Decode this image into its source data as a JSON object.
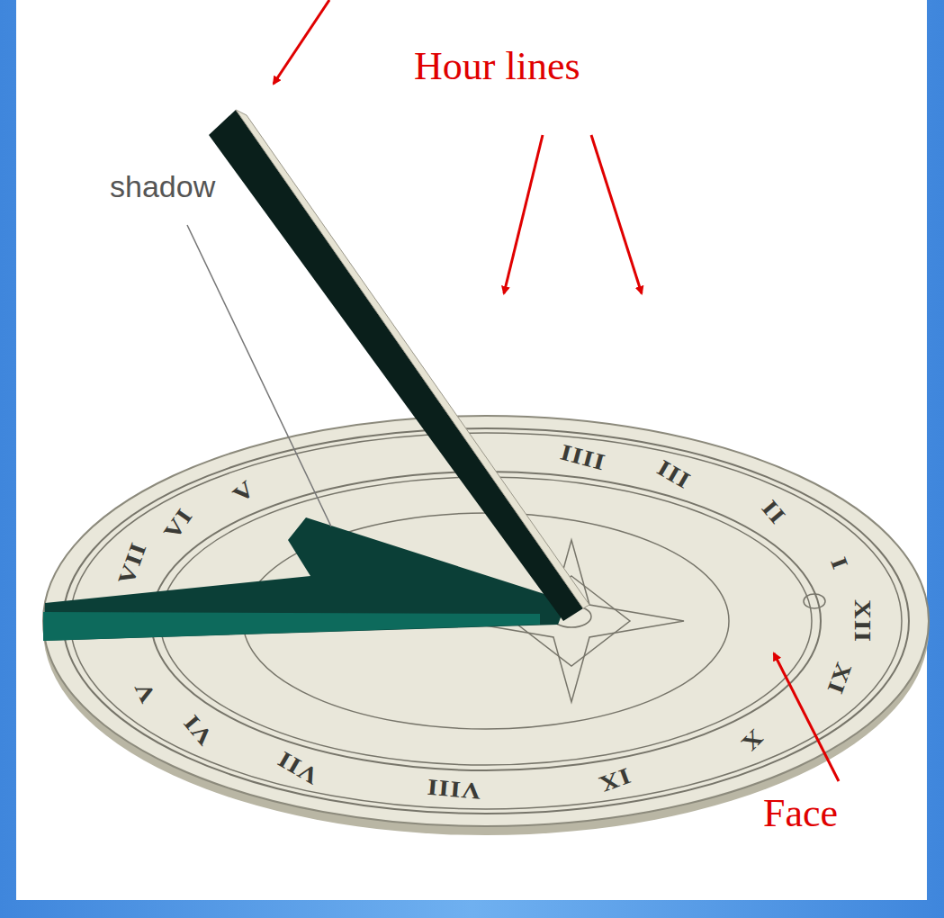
{
  "diagram": {
    "labels": [
      "Hour lines",
      "shadow",
      "Face",
      "V",
      "VI",
      "VII",
      "VIII",
      "IX",
      "X",
      "XI",
      "XII",
      "I",
      "II",
      "III",
      "IIII",
      "V",
      "VI",
      "VII"
    ]
  }
}
